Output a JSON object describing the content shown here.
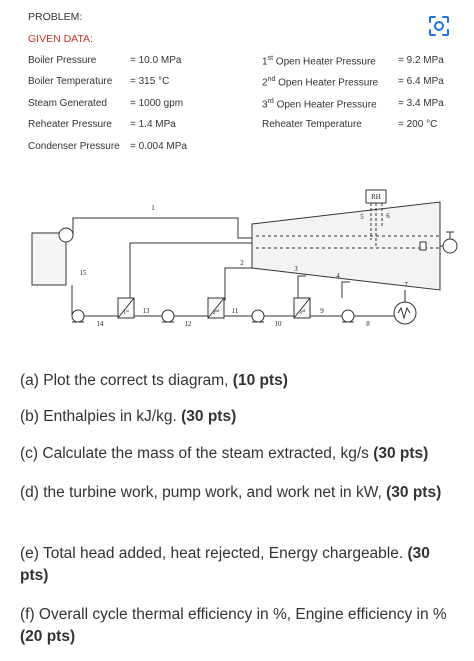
{
  "header": {
    "problem": "PROBLEM:",
    "given": "GIVEN DATA:"
  },
  "given_left": [
    {
      "label": "Boiler Pressure",
      "value": "= 10.0 MPa"
    },
    {
      "label": "Boiler Temperature",
      "value": "= 315 °C"
    },
    {
      "label": "Steam Generated",
      "value": "= 1000 gpm"
    },
    {
      "label": "Reheater Pressure",
      "value": "= 1.4 MPa"
    },
    {
      "label": "Condenser Pressure",
      "value": "= 0.004 MPa"
    }
  ],
  "given_right": [
    {
      "ord": "1",
      "sup": "st",
      "label": " Open Heater Pressure",
      "value": "= 9.2 MPa"
    },
    {
      "ord": "2",
      "sup": "nd",
      "label": " Open Heater Pressure",
      "value": "= 6.4 MPa"
    },
    {
      "ord": "3",
      "sup": "rd",
      "label": " Open Heater Pressure",
      "value": "= 3.4 MPa"
    },
    {
      "ord": "",
      "sup": "",
      "label": "Reheater Temperature",
      "value": "= 200 °C"
    }
  ],
  "diagram": {
    "rh": "RH",
    "states": [
      "1",
      "2",
      "3",
      "4",
      "5",
      "6",
      "7",
      "8",
      "9",
      "10",
      "11",
      "12",
      "13",
      "14",
      "15"
    ],
    "heaters": [
      {
        "num": "1",
        "sup": "st"
      },
      {
        "num": "2",
        "sup": "nd"
      },
      {
        "num": "3",
        "sup": "rd"
      }
    ]
  },
  "questions": [
    {
      "text": "(a) Plot the correct ts diagram, ",
      "pts": "(10 pts)"
    },
    {
      "text": "(b) Enthalpies in kJ/kg. ",
      "pts": "(30 pts)"
    },
    {
      "text": "(c) Calculate the mass of the steam extracted, kg/s ",
      "pts": "(30 pts)"
    },
    {
      "text": "(d) the turbine work, pump work, and work net in kW, ",
      "pts": "(30 pts)"
    },
    {
      "text": "(e) Total head added, heat rejected, Energy chargeable. ",
      "pts": "(30 pts)"
    },
    {
      "text": "(f) Overall cycle thermal efficiency in %, Engine efficiency in % ",
      "pts": "(20 pts)"
    }
  ],
  "colors": {
    "given_label": "#c0392b",
    "scan_icon": "#1a73e8"
  },
  "icons": {
    "scan": "scan-icon"
  }
}
